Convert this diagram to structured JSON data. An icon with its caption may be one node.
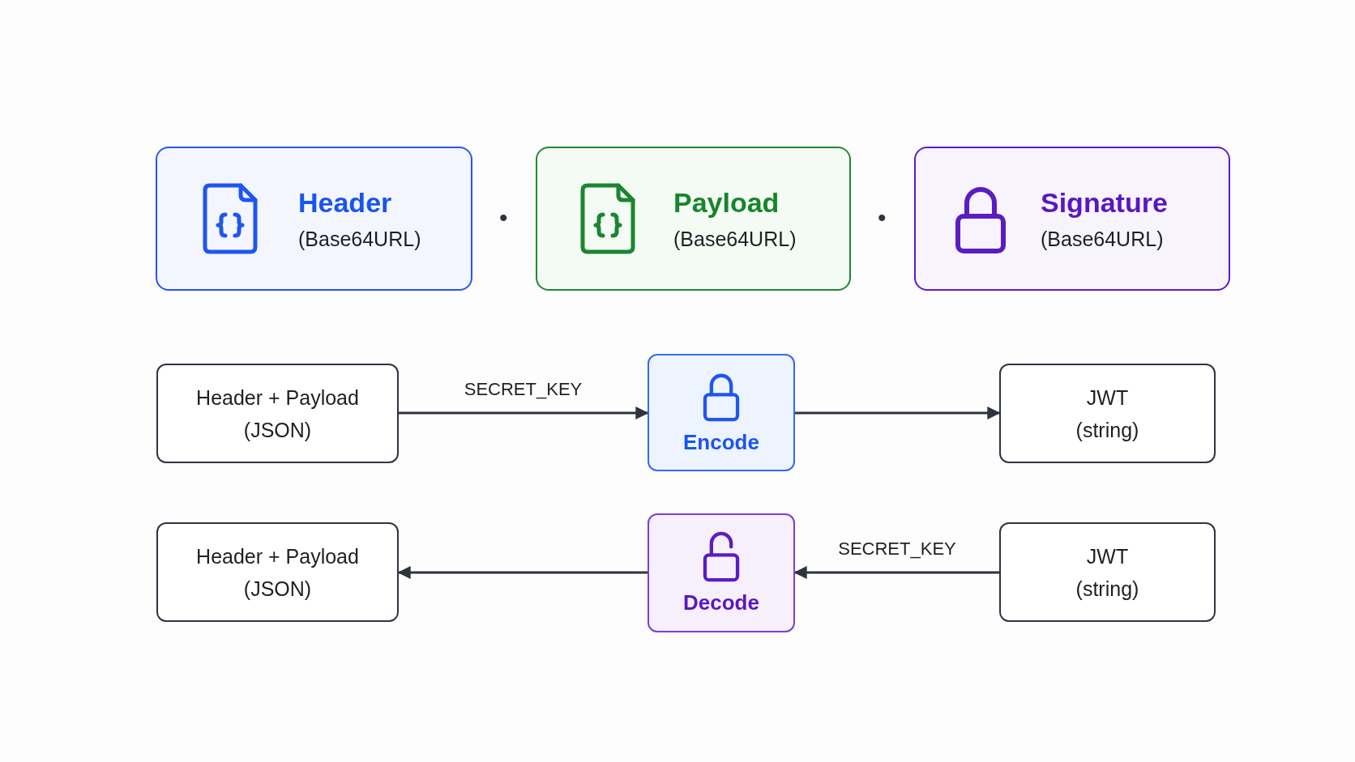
{
  "diagram": {
    "nodes": [
      {
        "text": [
          "Header",
          "(Base64URL)"
        ]
      },
      {
        "text": [
          "Payload",
          "(Base64URL)"
        ]
      },
      {
        "text": [
          "Signature",
          "(Base64URL)"
        ]
      },
      {
        "text": [
          "Header + Payload (JSON)"
        ]
      },
      {
        "text": [
          "Encode"
        ]
      },
      {
        "text": [
          "JWT (string)"
        ]
      },
      {
        "text": [
          "Header + Payload (JSON)"
        ]
      },
      {
        "text": [
          "Decode"
        ]
      },
      {
        "text": [
          "JWT (string)"
        ]
      }
    ],
    "edges": [
      {
        "from": 3,
        "to": 4,
        "arrow": "to",
        "label": "SECRET_KEY"
      },
      {
        "from": 4,
        "to": 5,
        "arrow": "to"
      },
      {
        "from": 7,
        "to": 6,
        "arrow": "to"
      },
      {
        "from": 8,
        "to": 7,
        "arrow": "to",
        "label": "SECRET_KEY"
      }
    ],
    "labels": [
      "•",
      "•"
    ]
  }
}
